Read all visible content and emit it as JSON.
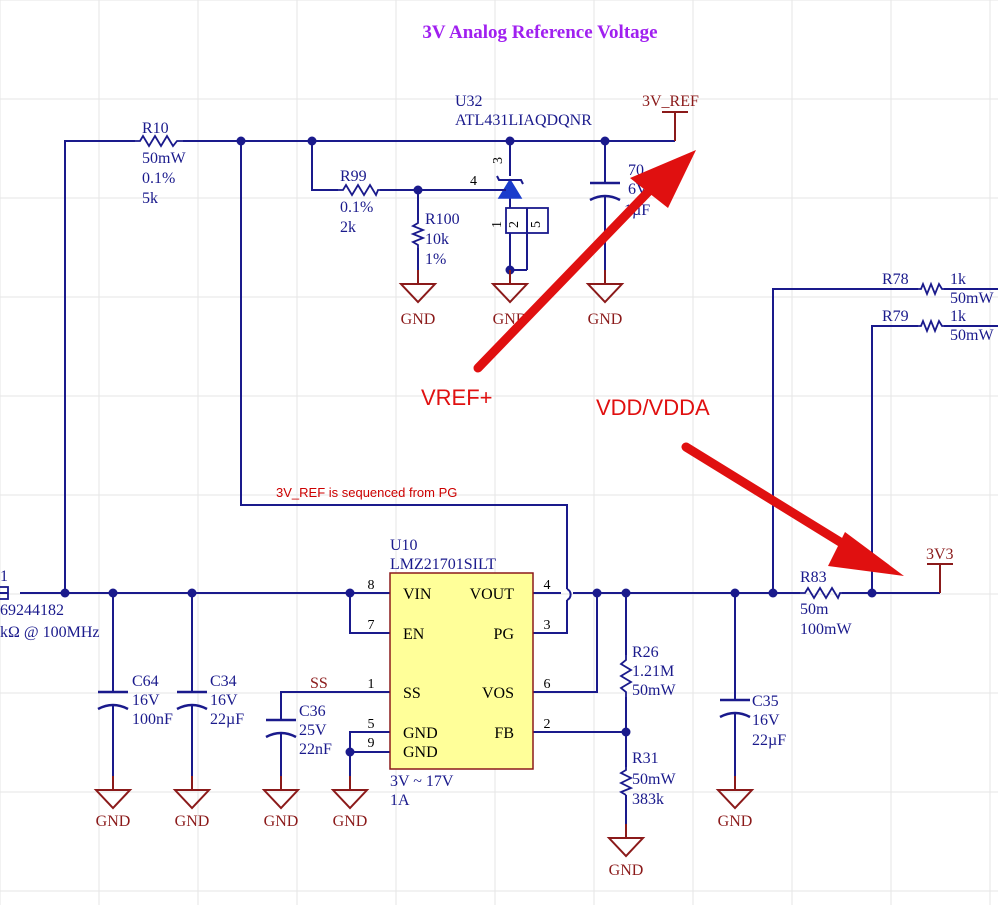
{
  "title": "3V Analog Reference Voltage",
  "note": "3V_REF is sequenced from PG",
  "annotations": {
    "vref": "VREF+",
    "vdd": "VDD/VDDA"
  },
  "nets": {
    "ref_port": "3V_REF",
    "out_port": "3V3",
    "ss": "SS",
    "gnd": "GND"
  },
  "colors": {
    "wire": "#1a1a8c",
    "power": "#8b1a1a",
    "ic_fill": "#ffff99",
    "title": "#a020f0",
    "annotation": "#e01010"
  },
  "components": {
    "r10": {
      "ref": "R10",
      "v1": "50mW",
      "v2": "0.1%",
      "v3": "5k"
    },
    "r99": {
      "ref": "R99",
      "v1": "0.1%",
      "v2": "2k"
    },
    "r100": {
      "ref": "R100",
      "v1": "10k",
      "v2": "1%"
    },
    "u32": {
      "ref": "U32",
      "part": "ATL431LIAQDQNR",
      "pin_cathode": "3",
      "pin_ref": "4",
      "pin_a1": "1",
      "pin_a2": "2",
      "pin_a5": "5"
    },
    "c70": {
      "ref_frag": "70",
      "v1_frag": "6V",
      "v2": "1µF"
    },
    "r78": {
      "ref": "R78",
      "v1": "1k",
      "v2": "50mW"
    },
    "r79": {
      "ref": "R79",
      "v1": "1k",
      "v2": "50mW"
    },
    "fb1": {
      "ref_frag": "1",
      "part_frag": "69244182",
      "imp_frag": "kΩ @ 100MHz"
    },
    "c64": {
      "ref": "C64",
      "v1": "16V",
      "v2": "100nF"
    },
    "c34": {
      "ref": "C34",
      "v1": "16V",
      "v2": "22µF"
    },
    "c36": {
      "ref": "C36",
      "v1": "25V",
      "v2": "22nF"
    },
    "u10": {
      "ref": "U10",
      "part": "LMZ21701SILT",
      "range": "3V ~ 17V",
      "current": "1A",
      "pins": [
        {
          "name": "VIN",
          "num": "8"
        },
        {
          "name": "EN",
          "num": "7"
        },
        {
          "name": "SS",
          "num": "1"
        },
        {
          "name": "GND",
          "num": "5"
        },
        {
          "name": "GND",
          "num": "9"
        },
        {
          "name": "VOUT",
          "num": "4"
        },
        {
          "name": "PG",
          "num": "3"
        },
        {
          "name": "VOS",
          "num": "6"
        },
        {
          "name": "FB",
          "num": "2"
        }
      ]
    },
    "r26": {
      "ref": "R26",
      "v1": "1.21M",
      "v2": "50mW"
    },
    "r31": {
      "ref": "R31",
      "v1": "50mW",
      "v2": "383k"
    },
    "c35": {
      "ref": "C35",
      "v1": "16V",
      "v2": "22µF"
    },
    "r83": {
      "ref": "R83",
      "v1": "50m",
      "v2": "100mW"
    }
  }
}
